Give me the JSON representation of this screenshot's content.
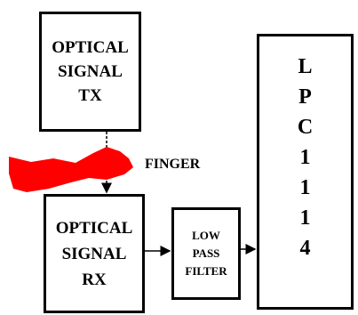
{
  "diagram": {
    "blocks": {
      "tx": {
        "lines": [
          "OPTICAL",
          "SIGNAL",
          "TX"
        ]
      },
      "rx": {
        "lines": [
          "OPTICAL",
          "SIGNAL",
          "RX"
        ]
      },
      "lpf": {
        "lines": [
          "LOW",
          "PASS",
          "FILTER"
        ]
      },
      "mcu": {
        "lines": [
          "L",
          "P",
          "C",
          "1",
          "1",
          "1",
          "4"
        ]
      }
    },
    "finger": {
      "label": "FINGER",
      "color": "#ff0000"
    },
    "connections": [
      {
        "from": "tx",
        "to": "rx",
        "style": "dashed-arrow"
      },
      {
        "from": "rx",
        "to": "lpf",
        "style": "arrow"
      },
      {
        "from": "lpf",
        "to": "mcu",
        "style": "arrow"
      }
    ]
  }
}
